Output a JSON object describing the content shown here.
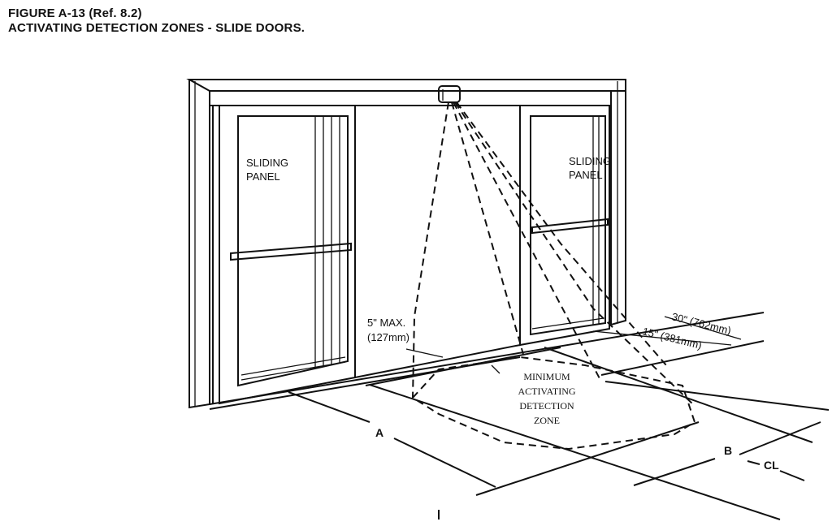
{
  "figure": {
    "number": "FIGURE A-13 (Ref. 8.2)",
    "title": "ACTIVATING DETECTION ZONES - SLIDE DOORS."
  },
  "labels": {
    "left_panel": [
      "SLIDING",
      "PANEL"
    ],
    "right_panel": [
      "SLIDING",
      "PANEL"
    ],
    "max_offset": [
      "5\" MAX.",
      "(127mm)"
    ],
    "dim_30": "30\" (762mm)",
    "dim_15": "15\" (381mm)",
    "zone": [
      "MINIMUM",
      "ACTIVATING",
      "DETECTION",
      "ZONE"
    ],
    "dim_a": "A",
    "dim_b": "B",
    "centerline": "CL"
  }
}
